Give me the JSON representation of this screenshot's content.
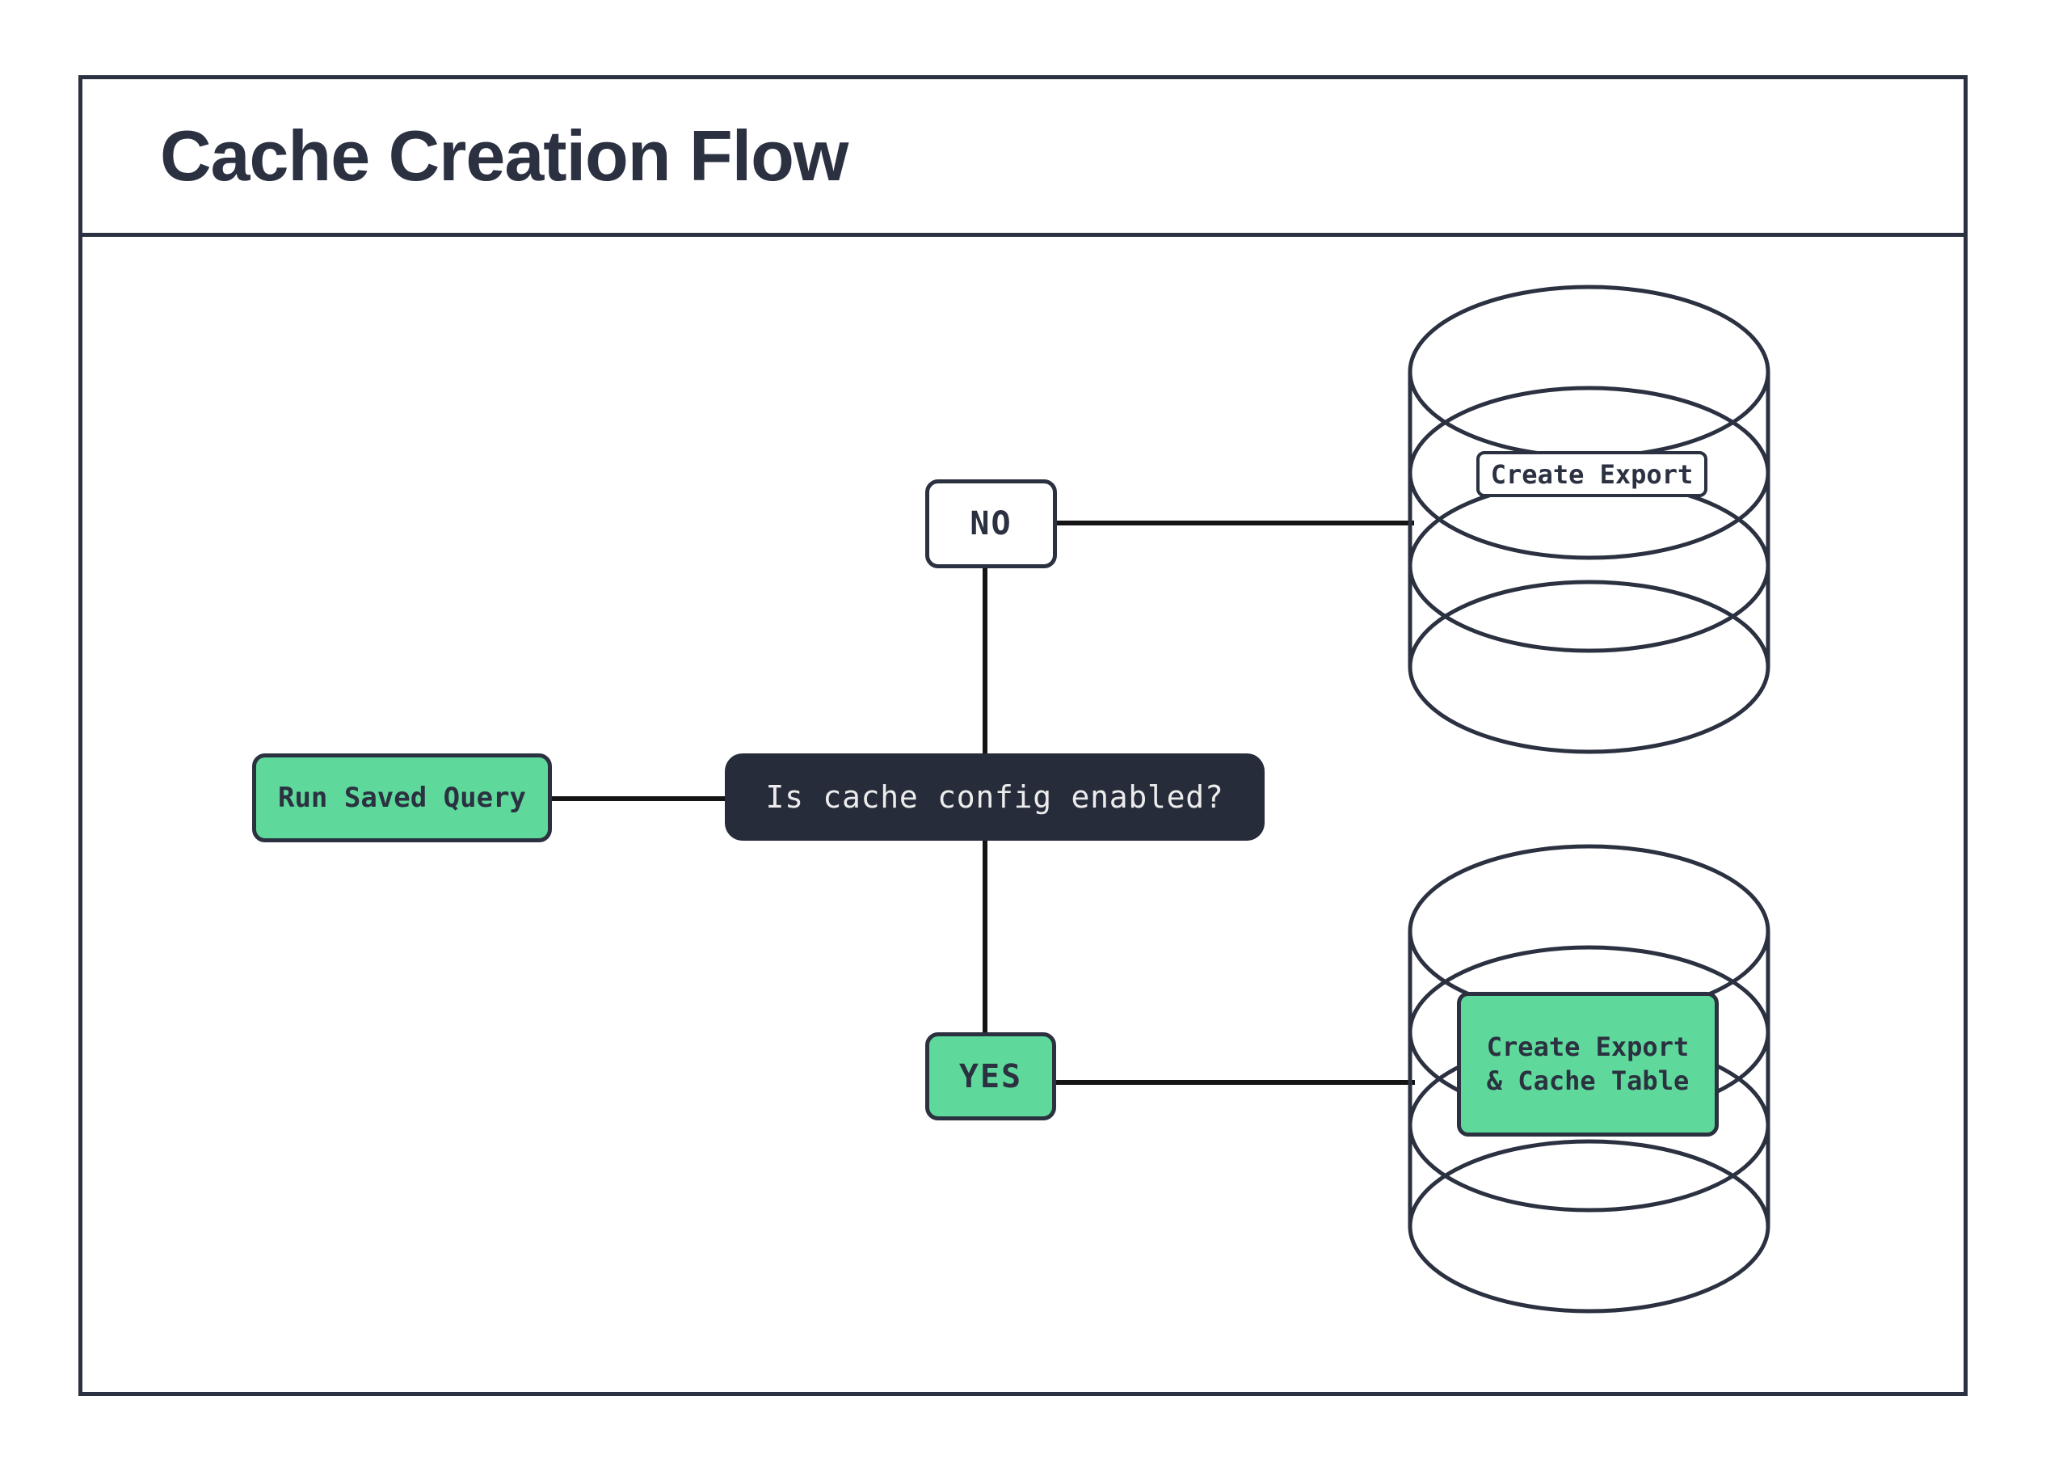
{
  "title": "Cache Creation Flow",
  "colors": {
    "ink": "#2b3140",
    "wire": "#141414",
    "green": "#5fd99b",
    "dark": "#272c3b",
    "light-text": "#ececec",
    "white": "#ffffff"
  },
  "nodes": {
    "run_saved_query": {
      "label": "Run Saved Query"
    },
    "decision": {
      "label": "Is cache config enabled?"
    },
    "branch_no": {
      "label": "NO"
    },
    "branch_yes": {
      "label": "YES"
    },
    "db_export": {
      "label": "Create Export"
    },
    "db_cache": {
      "label_line1": "Create Export",
      "label_line2": "& Cache Table"
    }
  }
}
